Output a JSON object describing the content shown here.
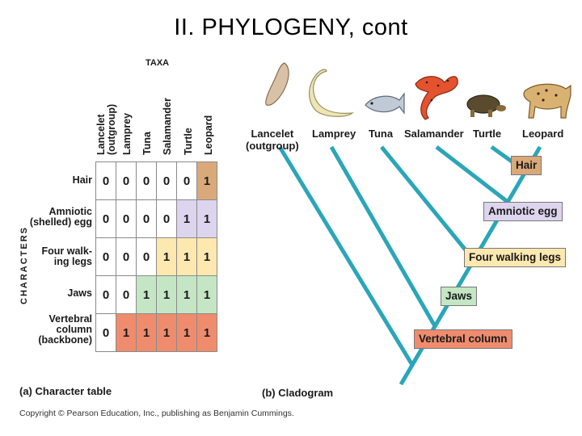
{
  "title": "II.  PHYLOGENY, cont",
  "table": {
    "taxa_heading": "TAXA",
    "characters_heading": "CHARACTERS",
    "columns": [
      "Lancelet\n(outgroup)",
      "Lamprey",
      "Tuna",
      "Salamander",
      "Turtle",
      "Leopard"
    ],
    "rows": [
      {
        "label": "Hair",
        "values": [
          "0",
          "0",
          "0",
          "0",
          "0",
          "1"
        ]
      },
      {
        "label": "Amniotic\n(shelled) egg",
        "values": [
          "0",
          "0",
          "0",
          "0",
          "1",
          "1"
        ]
      },
      {
        "label": "Four walk-\ning legs",
        "values": [
          "0",
          "0",
          "0",
          "1",
          "1",
          "1"
        ]
      },
      {
        "label": "Jaws",
        "values": [
          "0",
          "0",
          "1",
          "1",
          "1",
          "1"
        ]
      },
      {
        "label": "Vertebral\ncolumn\n(backbone)",
        "values": [
          "0",
          "1",
          "1",
          "1",
          "1",
          "1"
        ]
      }
    ],
    "row_colors": [
      "#d9a979",
      "#ddd4ee",
      "#fde8b0",
      "#c4e6c4",
      "#ef8c6e"
    ],
    "caption": "(a) Character table"
  },
  "cladogram": {
    "taxa": [
      "Lancelet\n(outgroup)",
      "Lamprey",
      "Tuna",
      "Salamander",
      "Turtle",
      "Leopard"
    ],
    "characters": [
      "Hair",
      "Amniotic egg",
      "Four walking legs",
      "Jaws",
      "Vertebral column"
    ],
    "branch_color": "#2ba6b8",
    "caption": "(b) Cladogram"
  },
  "copyright": "Copyright © Pearson Education, Inc., publishing as Benjamin Cummings."
}
